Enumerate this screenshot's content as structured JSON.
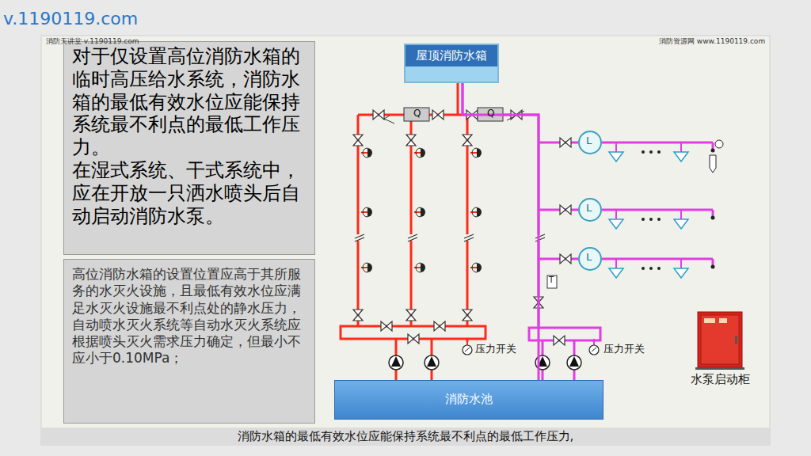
{
  "diagram": {
    "caption": "消防水箱的最低有效水位应能保持系统最不利点的最低工作压力,",
    "nodes": [
      {
        "text": [
          "对于仅设置高位消防水箱的临时高压给水系统，消防水箱的最低有效水位应能保持系统最不利点的最低工作压力。",
          "在湿式系统、干式系统中，应在开放一只洒水喷头后自动启动消防水泵。"
        ]
      },
      {
        "text": [
          "高位消防水箱的设置位置应高于其所服务的水灭火设施，且最低有效水位应满足水灭火设施最不利点处的静水压力，自动喷水灭火系统等自动水灭火系统应根据喷头灭火需求压力确定，但最小不应小于0.10MPa；"
        ]
      },
      {
        "text": [
          "屋顶消防水箱"
        ]
      },
      {
        "text": [
          "消防水池"
        ]
      },
      {
        "text": [
          "水泵启动柜"
        ]
      }
    ],
    "edges": [
      {
        "from": 3,
        "to": 2,
        "arrow": "none"
      }
    ],
    "labels": [
      "v.1190119.com",
      "消防天讲堂 v.1190119.com",
      "消防资源网 www.1190119.com",
      "Q",
      "Q",
      "L",
      "L",
      "L",
      "T",
      "压力开关",
      "压力开关"
    ]
  }
}
